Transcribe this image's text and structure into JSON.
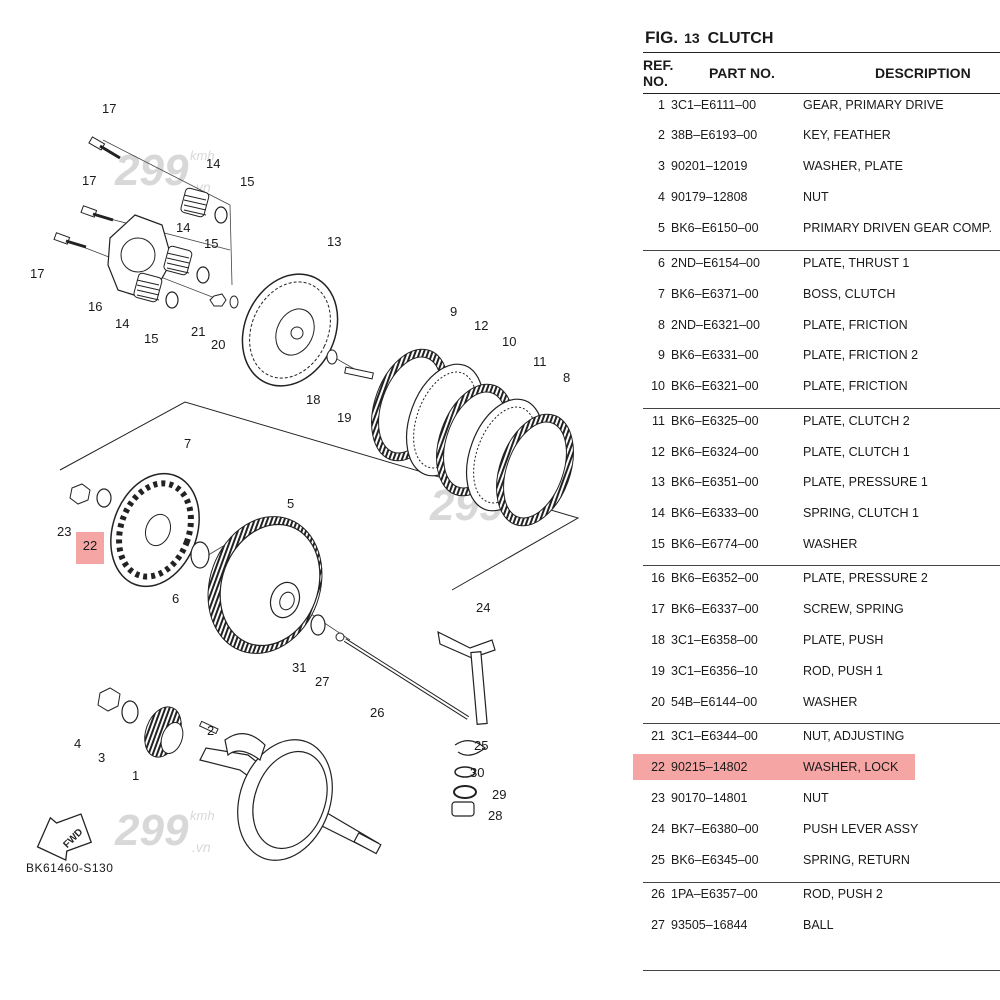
{
  "diagram": {
    "code": "BK61460-S130",
    "fwd_label": "FWD",
    "watermark_main": "299",
    "watermark_sub": "kmh",
    "watermark_domain": ".vn",
    "callouts": [
      "1",
      "2",
      "3",
      "4",
      "5",
      "6",
      "7",
      "8",
      "9",
      "10",
      "11",
      "12",
      "13",
      "14",
      "14",
      "14",
      "15",
      "15",
      "15",
      "16",
      "17",
      "17",
      "17",
      "18",
      "19",
      "20",
      "21",
      "22",
      "23",
      "24",
      "25",
      "26",
      "27",
      "28",
      "29",
      "30",
      "31"
    ]
  },
  "figure": {
    "label": "FIG.",
    "number": "13",
    "title": "CLUTCH"
  },
  "table": {
    "headers": {
      "ref_line1": "REF.",
      "ref_line2": "NO.",
      "part": "PART NO.",
      "desc": "DESCRIPTION"
    },
    "rows": [
      {
        "ref": "1",
        "part": "3C1–E6111–00",
        "desc": "GEAR, PRIMARY DRIVE"
      },
      {
        "ref": "2",
        "part": "38B–E6193–00",
        "desc": "KEY, FEATHER"
      },
      {
        "ref": "3",
        "part": "90201–12019",
        "desc": "WASHER, PLATE"
      },
      {
        "ref": "4",
        "part": "90179–12808",
        "desc": "NUT"
      },
      {
        "ref": "5",
        "part": "BK6–E6150–00",
        "desc": "PRIMARY DRIVEN GEAR COMP."
      },
      {
        "ref": "6",
        "part": "2ND–E6154–00",
        "desc": "PLATE, THRUST 1"
      },
      {
        "ref": "7",
        "part": "BK6–E6371–00",
        "desc": "BOSS, CLUTCH"
      },
      {
        "ref": "8",
        "part": "2ND–E6321–00",
        "desc": "PLATE, FRICTION"
      },
      {
        "ref": "9",
        "part": "BK6–E6331–00",
        "desc": "PLATE, FRICTION 2"
      },
      {
        "ref": "10",
        "part": "BK6–E6321–00",
        "desc": "PLATE, FRICTION"
      },
      {
        "ref": "11",
        "part": "BK6–E6325–00",
        "desc": "PLATE, CLUTCH 2"
      },
      {
        "ref": "12",
        "part": "BK6–E6324–00",
        "desc": "PLATE, CLUTCH 1"
      },
      {
        "ref": "13",
        "part": "BK6–E6351–00",
        "desc": "PLATE, PRESSURE 1"
      },
      {
        "ref": "14",
        "part": "BK6–E6333–00",
        "desc": "SPRING, CLUTCH 1"
      },
      {
        "ref": "15",
        "part": "BK6–E6774–00",
        "desc": "WASHER"
      },
      {
        "ref": "16",
        "part": "BK6–E6352–00",
        "desc": "PLATE, PRESSURE 2"
      },
      {
        "ref": "17",
        "part": "BK6–E6337–00",
        "desc": "SCREW, SPRING"
      },
      {
        "ref": "18",
        "part": "3C1–E6358–00",
        "desc": "PLATE, PUSH"
      },
      {
        "ref": "19",
        "part": "3C1–E6356–10",
        "desc": "ROD, PUSH 1"
      },
      {
        "ref": "20",
        "part": "54B–E6144–00",
        "desc": "WASHER"
      },
      {
        "ref": "21",
        "part": "3C1–E6344–00",
        "desc": "NUT, ADJUSTING"
      },
      {
        "ref": "22",
        "part": "90215–14802",
        "desc": "WASHER, LOCK",
        "highlight": true
      },
      {
        "ref": "23",
        "part": "90170–14801",
        "desc": "NUT"
      },
      {
        "ref": "24",
        "part": "BK7–E6380–00",
        "desc": "PUSH LEVER ASSY"
      },
      {
        "ref": "25",
        "part": "BK6–E6345–00",
        "desc": "SPRING, RETURN"
      },
      {
        "ref": "26",
        "part": "1PA–E6357–00",
        "desc": "ROD, PUSH 2"
      },
      {
        "ref": "27",
        "part": "93505–16844",
        "desc": "BALL"
      }
    ]
  },
  "colors": {
    "highlight": "#f6a5a5",
    "text": "#1a1a1a",
    "line": "#222222",
    "watermark": "#d8d8d8"
  }
}
